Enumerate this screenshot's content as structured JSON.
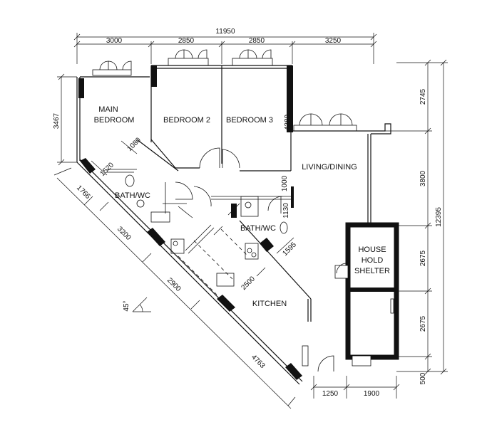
{
  "dimensions": {
    "top_total": "11950",
    "top_segments": [
      "3000",
      "2850",
      "2850",
      "3250"
    ],
    "right_segments": [
      "2745",
      "3800",
      "2675",
      "2675",
      "500"
    ],
    "right_total": "12395",
    "left_height": "3467",
    "bedroom3_depth": "4380",
    "corridor_1000": "1000",
    "bath_1130": "1130",
    "diag_1080": "1080",
    "diag_1520": "1520",
    "diag_1766": "1766",
    "diag_3200": "3200",
    "diag_2900": "2900",
    "diag_2500": "2500",
    "diag_1595": "1595",
    "diag_4763": "4763",
    "bottom_1250": "1250",
    "bottom_1900": "1900",
    "angle": "45°"
  },
  "rooms": {
    "main_bedroom": [
      "MAIN",
      "BEDROOM"
    ],
    "bedroom2": "BEDROOM 2",
    "bedroom3": "BEDROOM 3",
    "living_dining": "LIVING/DINING",
    "bath_wc_1": "BATH/WC",
    "bath_wc_2": "BATH/WC",
    "household_shelter": [
      "HOUSE",
      "HOLD",
      "SHELTER"
    ],
    "kitchen": "KITCHEN"
  }
}
